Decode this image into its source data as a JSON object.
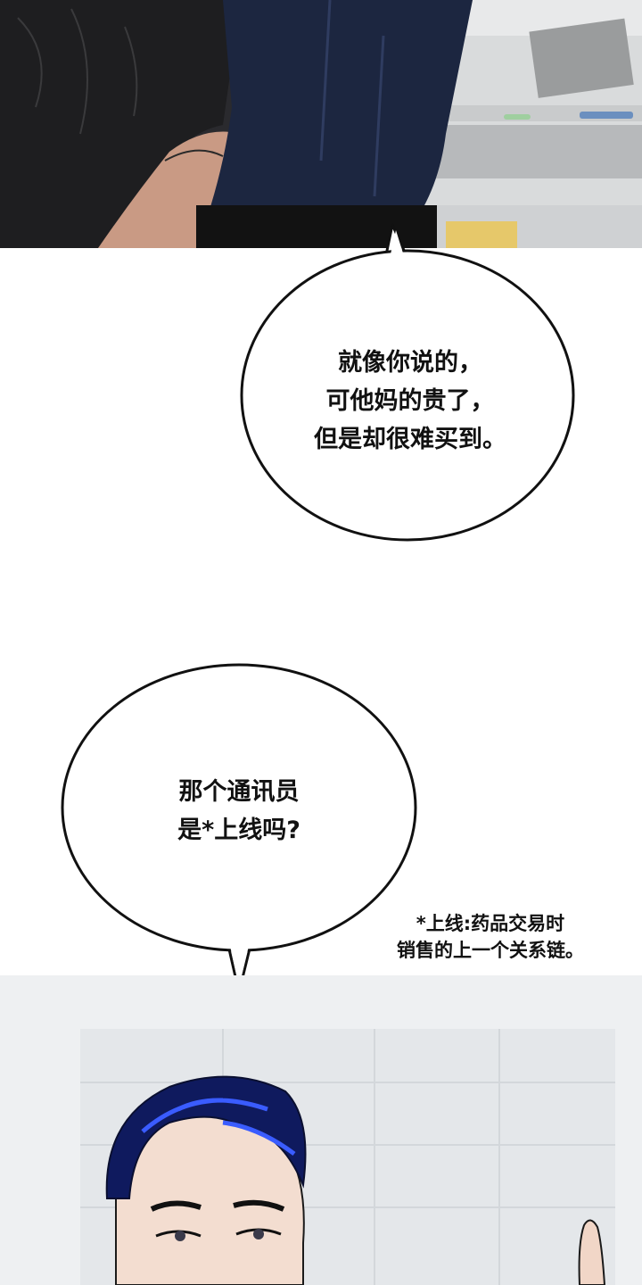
{
  "page": {
    "bubble_one": {
      "lines": [
        "就像你说的，",
        "可他妈的贵了，",
        "但是却很难买到。"
      ]
    },
    "bubble_two": {
      "lines": [
        "那个通讯员",
        "是*上线吗?"
      ]
    },
    "footnote": {
      "lines": [
        "*上线:药品交易时",
        "销售的上一个关系链。"
      ]
    }
  }
}
